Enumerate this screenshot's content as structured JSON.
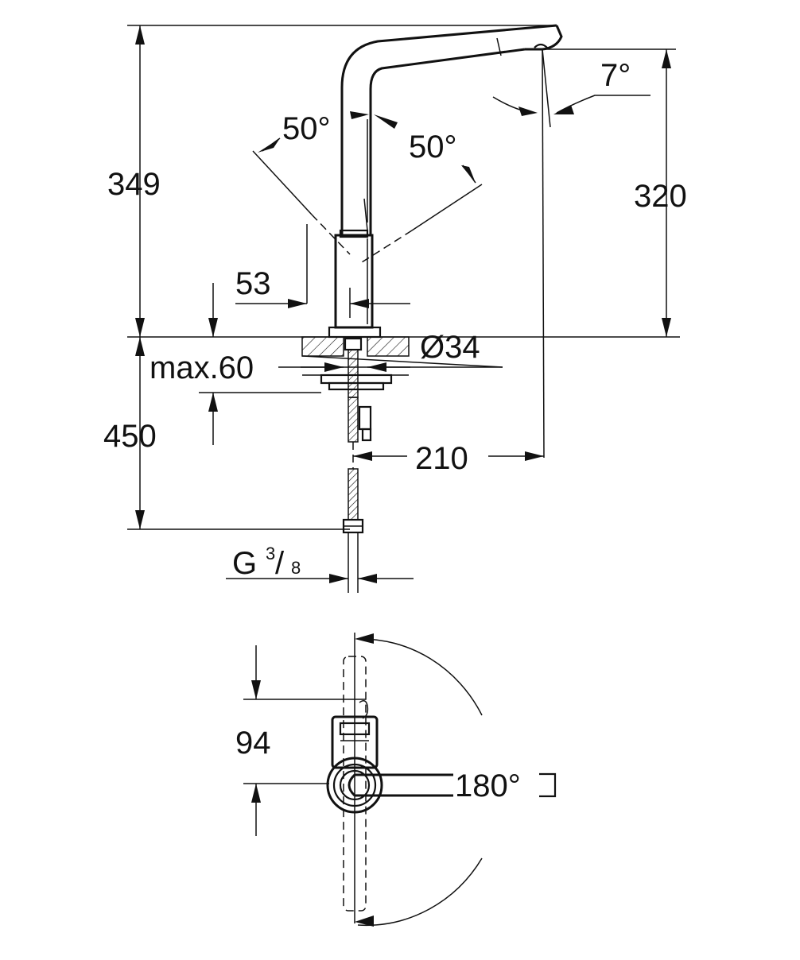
{
  "dimensions": {
    "overall_height": "349",
    "spout_height": "320",
    "spout_tilt_angle": "7°",
    "swivel_left_angle": "50°",
    "swivel_right_angle": "50°",
    "body_width": "53",
    "hole_diameter": "Ø34",
    "max_deck_thickness": "max.60",
    "hose_length": "450",
    "spout_reach": "210",
    "connection_thread_prefix": "G",
    "connection_thread_num": "3",
    "connection_thread_den": "8",
    "top_view_offset": "94",
    "top_view_rotation": "180°"
  },
  "colors": {
    "line": "#111111",
    "background": "#ffffff"
  }
}
